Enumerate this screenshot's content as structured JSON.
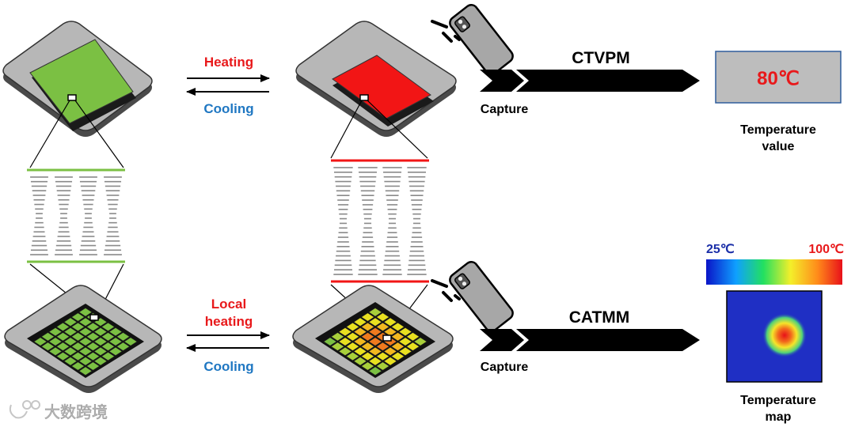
{
  "top_row": {
    "forward_label": "Heating",
    "backward_label": "Cooling",
    "capture_label": "Capture",
    "method_label": "CTVPM",
    "readout_value": "80℃",
    "output_caption_line1": "Temperature",
    "output_caption_line2": "value"
  },
  "bottom_row": {
    "forward_label_line1": "Local",
    "forward_label_line2": "heating",
    "backward_label": "Cooling",
    "capture_label": "Capture",
    "method_label": "CATMM",
    "scale_min_label": "25℃",
    "scale_max_label": "100℃",
    "output_caption_line1": "Temperature",
    "output_caption_line2": "map"
  },
  "watermark": "大数跨境",
  "colors": {
    "heating": "#e8191b",
    "cooling": "#1f77c2",
    "film_cool": "#7bc043",
    "film_hot": "#f21515",
    "scale_min": "#1b2fa8",
    "readout_box": "#bdbdbd",
    "readout_border": "#2e5d9c",
    "arrow": "#000000",
    "map_bg": "#1f2fc4",
    "hot_spot": "#e8191b"
  },
  "icons": [
    "phone-camera-icon",
    "camera-flash-icon",
    "double-arrow-icon",
    "chevron-arrow-icon",
    "watermark-logo-icon"
  ]
}
